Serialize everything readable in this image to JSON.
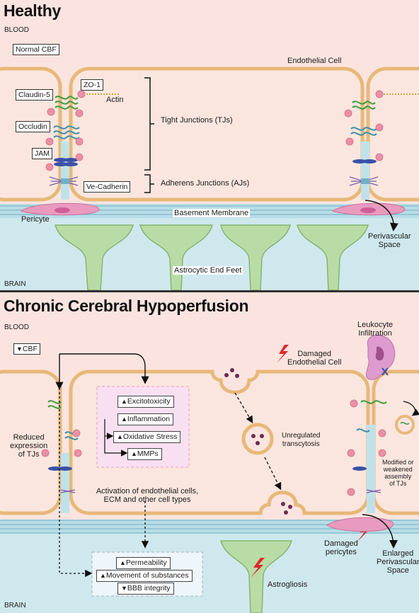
{
  "healthy": {
    "title": "Healthy",
    "blood": "BLOOD",
    "brain": "BRAIN",
    "normal_cbf": "Normal CBF",
    "endothelial_cell": "Endothelial Cell",
    "claudin5": "Claudin-5",
    "zo1": "ZO-1",
    "actin": "Actin",
    "occludin": "Occludin",
    "jam": "JAM",
    "ve_cadherin": "Ve-Cadherin",
    "tight_junctions": "Tight Junctions (TJs)",
    "adherens_junctions": "Adherens Junctions (AJs)",
    "basement_membrane": "Basement Membrane",
    "pericyte": "Pericyte",
    "perivascular_space": "Perivascular\nSpace",
    "astrocytic_end_feet": "Astrocytic End Feet"
  },
  "ccs": {
    "title": "Chronic Cerebral Hypoperfusion",
    "blood": "BLOOD",
    "brain": "BRAIN",
    "cbf": "CBF",
    "damaged_endothelial": "Damaged\nEndothelial Cell",
    "leukocyte_infiltration": "Leukocyte\nInfiltration",
    "reduced_expression": "Reduced\nexpression\nof TJs",
    "excitotoxicity": "Excitotoxicity",
    "inflammation": "Inflammation",
    "oxidative_stress": "Oxidative Stress",
    "mmps": "MMPs",
    "activation": "Activation of endothelial cells,\nECM and other cell types",
    "unregulated_transcytosis": "Unregulated\ntranscytosis",
    "modified_tjs": "Modified or\nweakened\nassembly\nof TJs",
    "damaged_pericytes": "Damaged\npericytes",
    "enlarged_perivascular": "Enlarged\nPerivascular\nSpace",
    "permeability": "Permeability",
    "movement": "Movement of substances",
    "bbb_integrity": "BBB integrity",
    "astrogliosis": "Astrogliosis"
  },
  "colors": {
    "blood_bg": "#fbe4df",
    "brain_bg": "#cfe8ee",
    "cell_border": "#e7b879",
    "cell_fill": "#fae6de",
    "astro_fill": "#b9dca7",
    "astro_border": "#86b56f",
    "pericyte": "#e89bbf",
    "claudin": "#3e9a3e",
    "occludin": "#3a8fa8",
    "jam": "#3a4fa8",
    "bead": "#ec8fa6",
    "red": "#e0262c"
  }
}
